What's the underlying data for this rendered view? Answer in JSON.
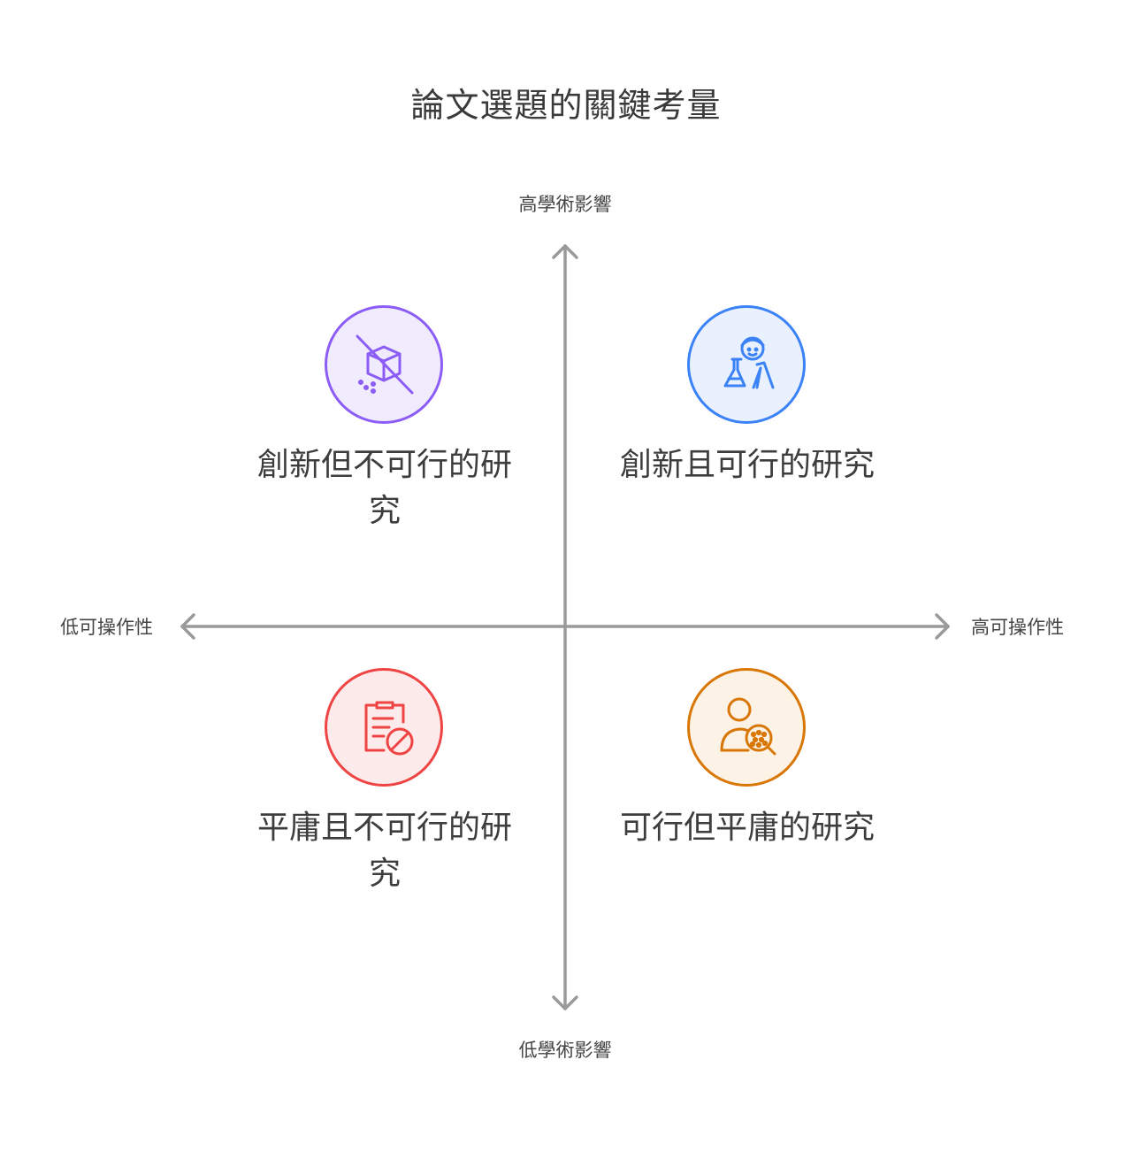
{
  "title": "論文選題的關鍵考量",
  "axes": {
    "y_top": "高學術影響",
    "y_bottom": "低學術影響",
    "x_left": "低可操作性",
    "x_right": "高可操作性"
  },
  "quadrants": {
    "top_left": {
      "label": "創新但不可行的研究",
      "color": "#8b5cf6",
      "fill": "#f1ecfd",
      "icon": "no-cube-icon"
    },
    "top_right": {
      "label": "創新且可行的研究",
      "color": "#3b82f6",
      "fill": "#eaf1fe",
      "icon": "scientist-icon"
    },
    "bottom_left": {
      "label": "平庸且不可行的研究",
      "color": "#ef4444",
      "fill": "#fdeaea",
      "icon": "clipboard-blocked-icon"
    },
    "bottom_right": {
      "label": "可行但平庸的研究",
      "color": "#d97706",
      "fill": "#fdf2e6",
      "icon": "person-search-icon"
    }
  }
}
